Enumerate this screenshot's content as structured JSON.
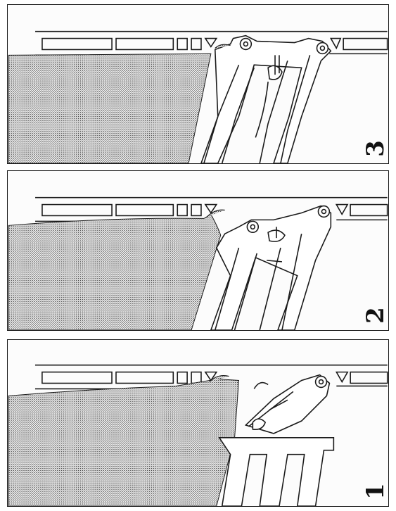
{
  "figure": {
    "panels": [
      {
        "id": "panel-3",
        "step_label": "3"
      },
      {
        "id": "panel-2",
        "step_label": "2"
      },
      {
        "id": "panel-1",
        "step_label": "1"
      }
    ],
    "colors": {
      "ink": "#1a1a1a",
      "paper": "#ffffff",
      "stipple": "#3a3a3a"
    }
  }
}
